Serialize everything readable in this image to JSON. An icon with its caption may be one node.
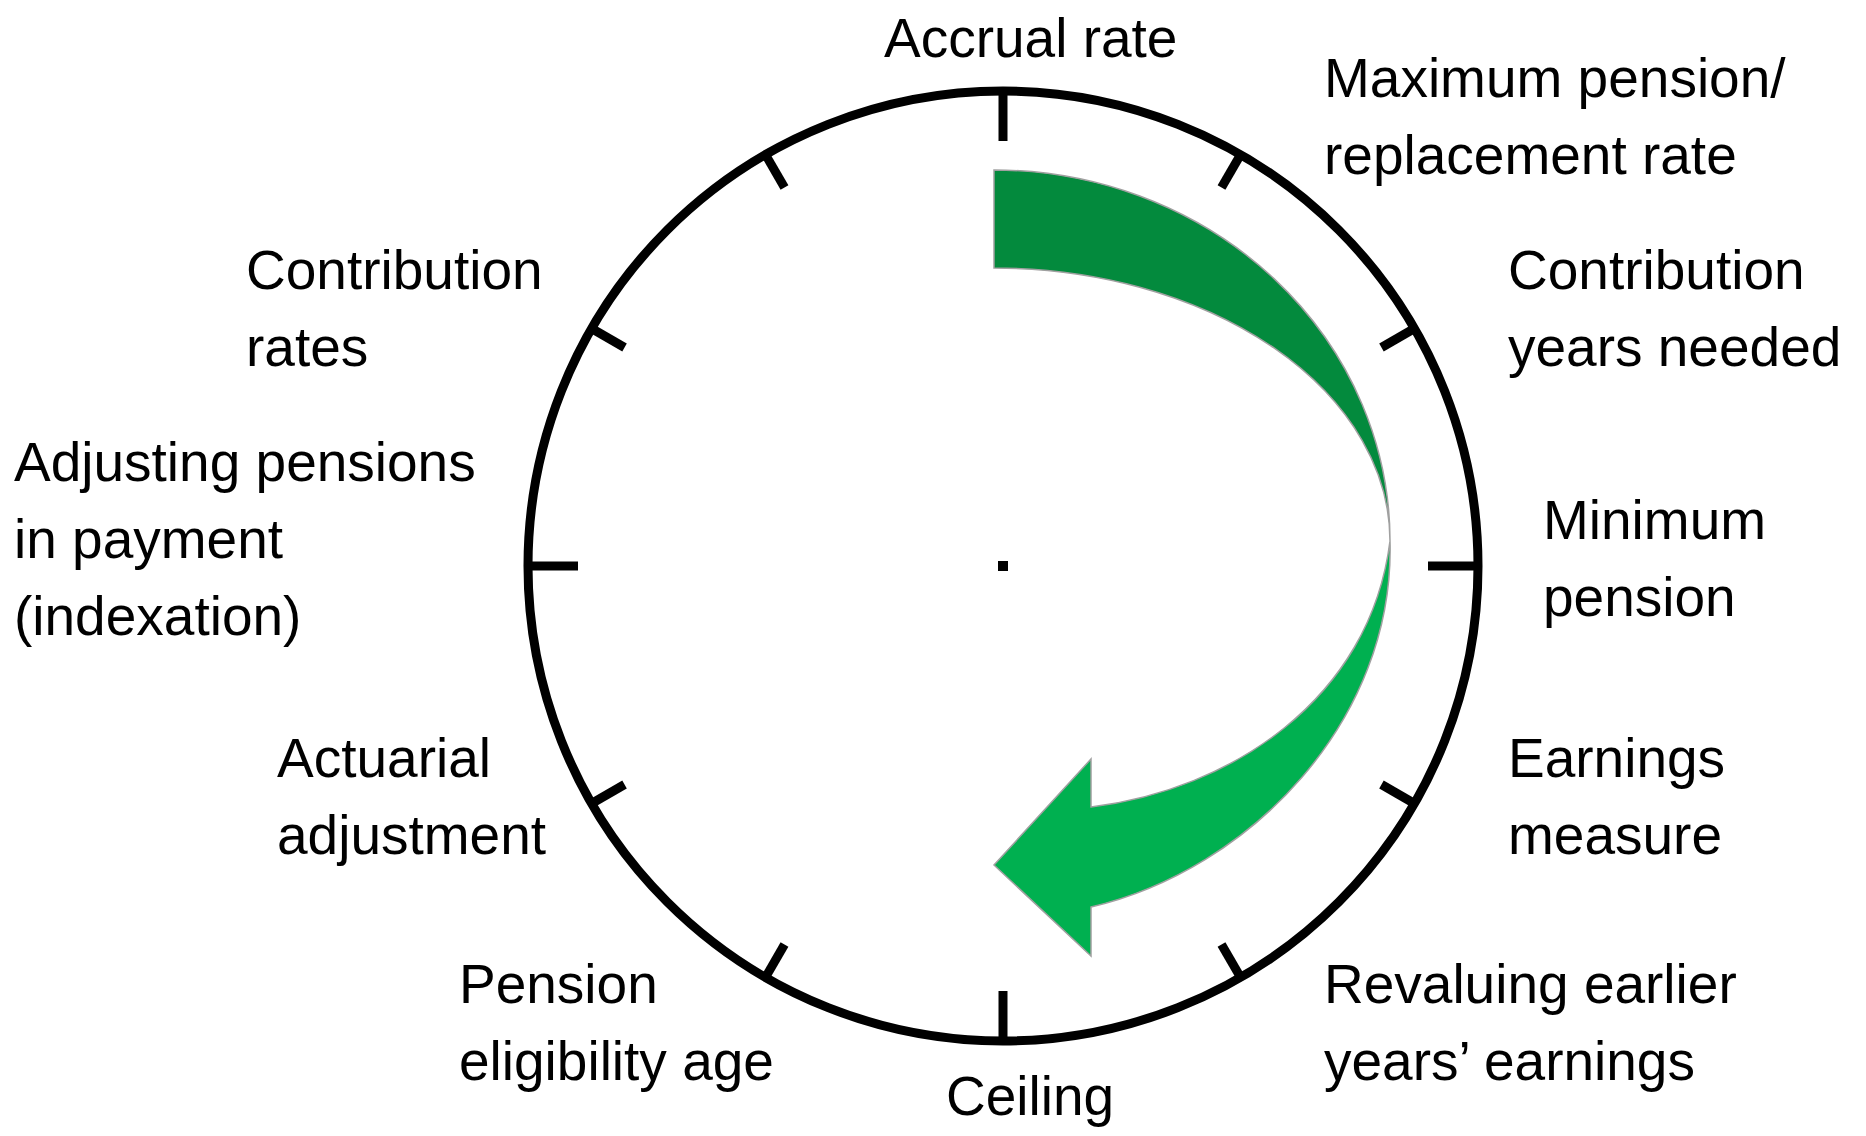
{
  "diagram": {
    "labels": [
      "Accrual rate",
      "Maximum pension/ replacement rate",
      "Contribution rates",
      "Contribution years needed",
      "Adjusting pensions in payment (indexation)",
      "Minimum pension",
      "Actuarial adjustment",
      "Earnings measure",
      "Pension eligibility age",
      "Revaluing earlier years’ earnings",
      "Ceiling"
    ]
  }
}
